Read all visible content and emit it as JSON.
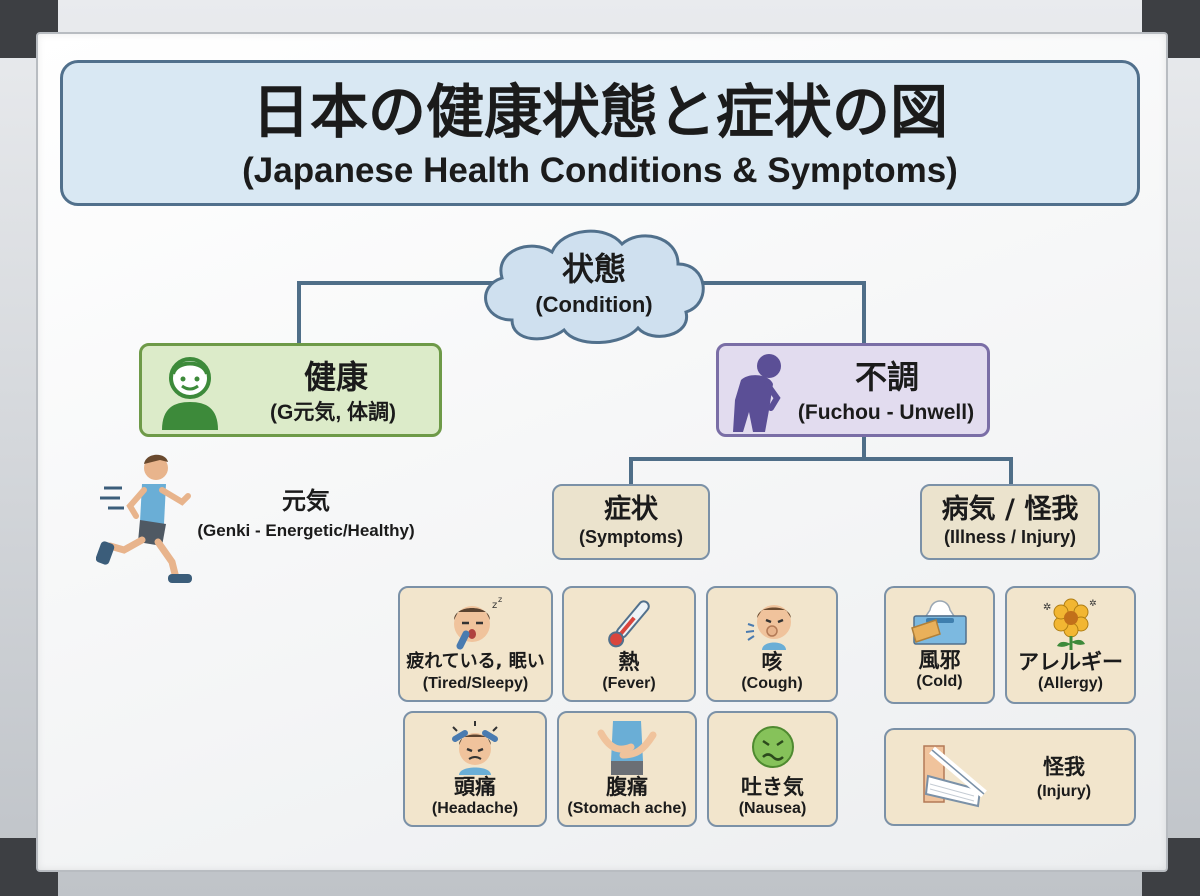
{
  "title": {
    "jp": "日本の健康状態と症状の図",
    "en": "(Japanese Health Conditions & Symptoms)"
  },
  "root": {
    "jp": "状態",
    "en": "(Condition)"
  },
  "healthy": {
    "jp": "健康",
    "en": "(G元気, 体調)"
  },
  "genki": {
    "jp": "元気",
    "en": "(Genki - Energetic/Healthy)"
  },
  "unwell": {
    "jp": "不調",
    "en": "(Fuchou - Unwell)"
  },
  "symptoms": {
    "jp": "症状",
    "en": "(Symptoms)",
    "items": [
      {
        "jp": "疲れている, 眠い",
        "en": "(Tired/Sleepy)",
        "icon": "sleepy-face-icon"
      },
      {
        "jp": "熱",
        "en": "(Fever)",
        "icon": "thermometer-icon"
      },
      {
        "jp": "咳",
        "en": "(Cough)",
        "icon": "coughing-face-icon"
      },
      {
        "jp": "頭痛",
        "en": "(Headache)",
        "icon": "headache-face-icon"
      },
      {
        "jp": "腹痛",
        "en": "(Stomach ache)",
        "icon": "stomach-icon"
      },
      {
        "jp": "吐き気",
        "en": "(Nausea)",
        "icon": "nauseous-face-icon"
      }
    ]
  },
  "illness": {
    "jp": "病気 / 怪我",
    "en": "(Illness / Injury)",
    "items": [
      {
        "jp": "風邪",
        "en": "(Cold)",
        "icon": "tissue-box-icon"
      },
      {
        "jp": "アレルギー",
        "en": "(Allergy)",
        "icon": "flower-pollen-icon"
      },
      {
        "jp": "怪我",
        "en": "(Injury)",
        "icon": "arm-sling-icon"
      }
    ]
  },
  "colors": {
    "title_bg": "#d9e8f3",
    "outline": "#51708c",
    "healthy_bg": "#dcebc9",
    "healthy_border": "#6e9a48",
    "unwell_bg": "#e2dcef",
    "unwell_border": "#7a6ea6",
    "category_bg": "#ebe3cd",
    "card_bg": "#f2e5cc"
  }
}
